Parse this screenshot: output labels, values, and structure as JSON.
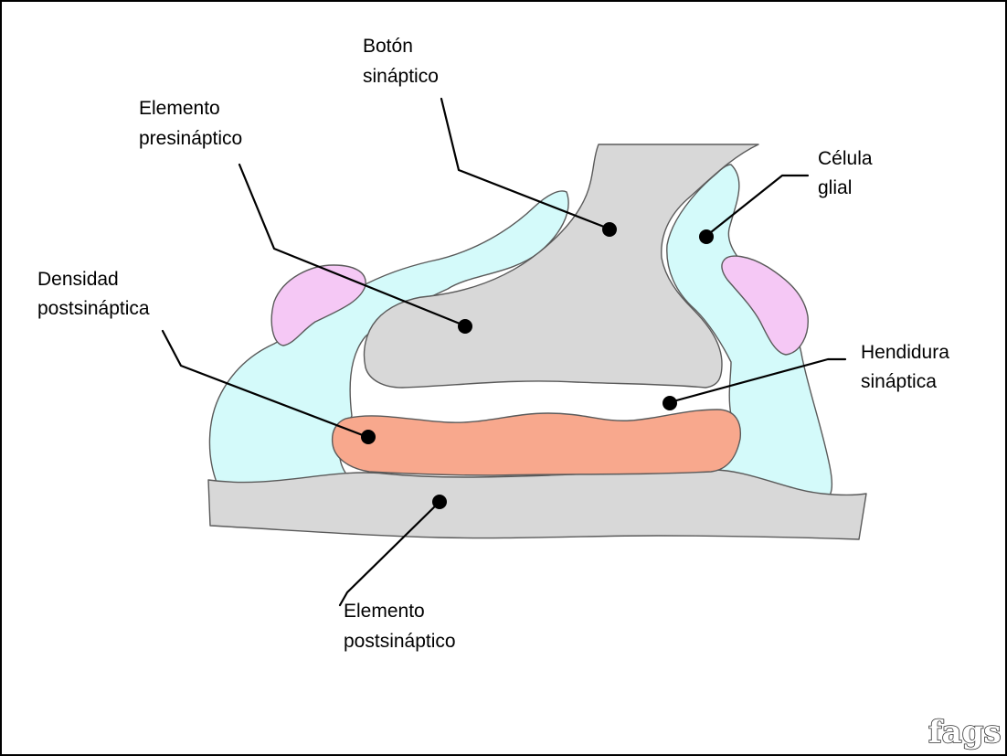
{
  "labels": {
    "boton": [
      "Botón",
      "sináptico"
    ],
    "presinaptico": [
      "Elemento",
      "presináptico"
    ],
    "glial": [
      "Célula",
      "glial"
    ],
    "densidad": [
      "Densidad",
      "postsináptica"
    ],
    "hendidura": [
      "Hendidura",
      "sináptica"
    ],
    "postsinaptico": [
      "Elemento",
      "postsináptico"
    ]
  },
  "watermark": "fags",
  "colors": {
    "neuron": "#d8d8d8",
    "glia": "#d4fafa",
    "glia_processes": "#f5c8f5",
    "density": "#f8a88d",
    "leader": "#000000"
  }
}
